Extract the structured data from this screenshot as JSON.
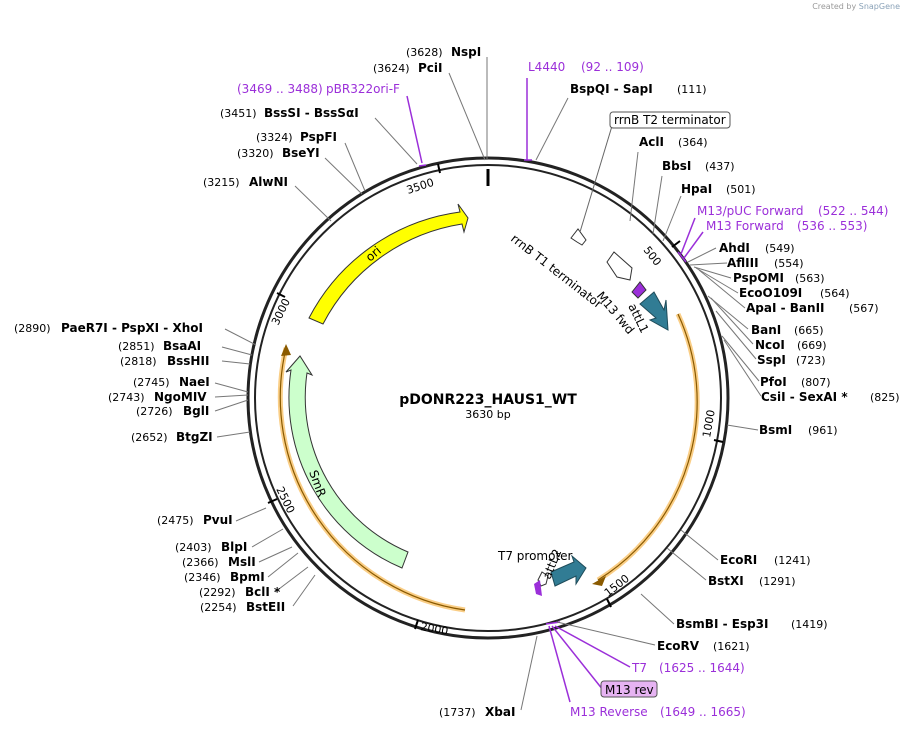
{
  "credit": {
    "prefix": "Created by",
    "brand": "SnapGene"
  },
  "plasmid": {
    "name": "pDONR223_HAUS1_WT",
    "length_label": "3630 bp",
    "length": 3630
  },
  "ticks": [
    "500",
    "1000",
    "1500",
    "2000",
    "2500",
    "3000",
    "3500"
  ],
  "enzymes": [
    {
      "name": "NspI",
      "pos": "(3628)"
    },
    {
      "name": "PciI",
      "pos": "(3624)"
    },
    {
      "name": "BssSI  -  BssSαI",
      "pos": "(3451)"
    },
    {
      "name": "PspFI",
      "pos": "(3324)"
    },
    {
      "name": "BseYI",
      "pos": "(3320)"
    },
    {
      "name": "AlwNI",
      "pos": "(3215)"
    },
    {
      "name": "PaeR7I  -  PspXI  -  XhoI",
      "pos": "(2890)"
    },
    {
      "name": "BsaAI",
      "pos": "(2851)"
    },
    {
      "name": "BssHII",
      "pos": "(2818)"
    },
    {
      "name": "NaeI",
      "pos": "(2745)"
    },
    {
      "name": "NgoMIV",
      "pos": "(2743)"
    },
    {
      "name": "BglI",
      "pos": "(2726)"
    },
    {
      "name": "BtgZI",
      "pos": "(2652)"
    },
    {
      "name": "PvuI",
      "pos": "(2475)"
    },
    {
      "name": "BlpI",
      "pos": "(2403)"
    },
    {
      "name": "MslI",
      "pos": "(2366)"
    },
    {
      "name": "BpmI",
      "pos": "(2346)"
    },
    {
      "name": "BclI *",
      "pos": "(2292)"
    },
    {
      "name": "BstEII",
      "pos": "(2254)"
    },
    {
      "name": "XbaI",
      "pos": "(1737)"
    },
    {
      "name": "BspQI  -  SapI",
      "pos": "(111)"
    },
    {
      "name": "AclI",
      "pos": "(364)"
    },
    {
      "name": "BbsI",
      "pos": "(437)"
    },
    {
      "name": "HpaI",
      "pos": "(501)"
    },
    {
      "name": "AhdI",
      "pos": "(549)"
    },
    {
      "name": "AflIII",
      "pos": "(554)"
    },
    {
      "name": "PspOMI",
      "pos": "(563)"
    },
    {
      "name": "EcoO109I",
      "pos": "(564)"
    },
    {
      "name": "ApaI  -  BanII",
      "pos": "(567)"
    },
    {
      "name": "BanI",
      "pos": "(665)"
    },
    {
      "name": "NcoI",
      "pos": "(669)"
    },
    {
      "name": "SspI",
      "pos": "(723)"
    },
    {
      "name": "PfoI",
      "pos": "(807)"
    },
    {
      "name": "CsiI  -  SexAI *",
      "pos": "(825)"
    },
    {
      "name": "BsmI",
      "pos": "(961)"
    },
    {
      "name": "EcoRI",
      "pos": "(1241)"
    },
    {
      "name": "BstXI",
      "pos": "(1291)"
    },
    {
      "name": "BsmBI  -  Esp3I",
      "pos": "(1419)"
    },
    {
      "name": "EcoRV",
      "pos": "(1621)"
    }
  ],
  "primers": [
    {
      "name": "L4440",
      "range": "(92 .. 109)"
    },
    {
      "name": "pBR322ori-F",
      "range": "(3469 .. 3488)"
    },
    {
      "name": "M13/pUC Forward",
      "range": "(522 .. 544)"
    },
    {
      "name": "M13 Forward",
      "range": "(536 .. 553)"
    },
    {
      "name": "T7",
      "range": "(1625 .. 1644)"
    },
    {
      "name": "M13 rev",
      "range": ""
    },
    {
      "name": "M13 Reverse",
      "range": "(1649 .. 1665)"
    }
  ],
  "features": [
    {
      "name": "ori",
      "color": "#ffff00"
    },
    {
      "name": "SmR",
      "color": "#ccffcc"
    },
    {
      "name": "rrnB T1 terminator",
      "color": "#ffffff"
    },
    {
      "name": "rrnB T2 terminator",
      "color": "#ffffff"
    },
    {
      "name": "M13 fwd",
      "color": "#9b2fd9"
    },
    {
      "name": "attL1",
      "color": "#317c94"
    },
    {
      "name": "T7 promoter",
      "color": "#ffffff"
    },
    {
      "name": "attL2",
      "color": "#317c94"
    }
  ],
  "colors": {
    "primer": "#9b2fd9",
    "orf_highlight": "#f5a623",
    "att": "#317c94",
    "backbone": "#222222"
  }
}
